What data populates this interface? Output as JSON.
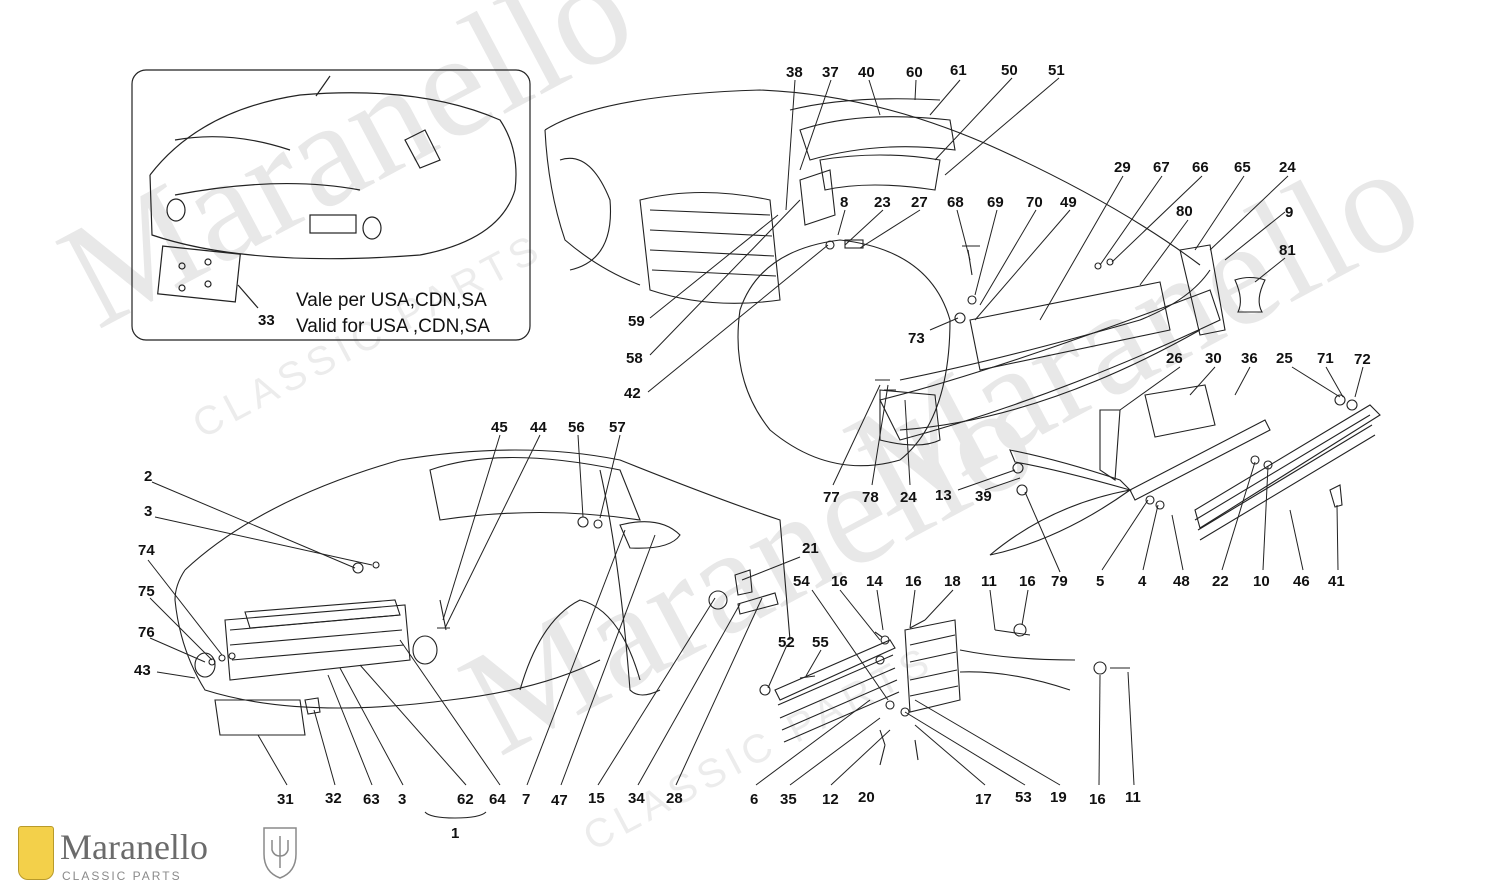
{
  "diagram": {
    "callout_numbers": [
      "38",
      "37",
      "40",
      "60",
      "61",
      "50",
      "51",
      "29",
      "67",
      "66",
      "65",
      "24",
      "9",
      "80",
      "81",
      "8",
      "23",
      "27",
      "68",
      "69",
      "70",
      "49",
      "59",
      "58",
      "42",
      "73",
      "26",
      "30",
      "36",
      "25",
      "71",
      "72",
      "77",
      "78",
      "24",
      "13",
      "39",
      "79",
      "5",
      "4",
      "48",
      "22",
      "10",
      "46",
      "41",
      "45",
      "44",
      "56",
      "57",
      "2",
      "3",
      "74",
      "75",
      "76",
      "43",
      "21",
      "54",
      "16",
      "14",
      "16",
      "18",
      "11",
      "16",
      "52",
      "55",
      "31",
      "32",
      "63",
      "3",
      "62",
      "64",
      "7",
      "47",
      "15",
      "34",
      "28",
      "6",
      "35",
      "12",
      "20",
      "17",
      "53",
      "19",
      "16",
      "11",
      "1",
      "33"
    ],
    "inset_note_line1": "Vale per USA,CDN,SA",
    "inset_note_line2": "Valid for USA ,CDN,SA"
  },
  "watermark": {
    "word": "Maranello",
    "tagline": "CLASSIC PARTS"
  },
  "brand": {
    "name": "Maranello",
    "subtitle": "CLASSIC PARTS"
  },
  "colors": {
    "line": "#222222",
    "watermark": "#e8e8e8",
    "brand_yellow": "#f3d04a"
  }
}
